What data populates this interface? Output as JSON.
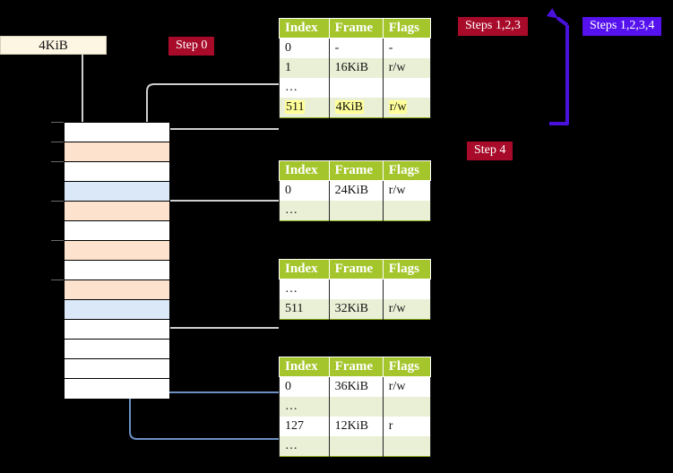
{
  "diagram": {
    "title_absent": true,
    "size_label": "4KiB",
    "badges": {
      "step0": "Step 0",
      "steps123": "Steps 1,2,3",
      "steps1234": "Steps 1,2,3,4",
      "step4": "Step 4"
    },
    "colors": {
      "badge_red": "#a80b2a",
      "badge_blue": "#5511ee",
      "table_header": "#a4c62c",
      "table_row_tint": "#eaf0d6",
      "memory_peach": "#fde3cd",
      "memory_blue": "#dbe8f7",
      "highlight": "#ffff99",
      "wire_gray": "#c9c9c9",
      "wire_blue": "#6b8fc4",
      "background": "#000000"
    }
  },
  "tables": [
    {
      "id": "table-0",
      "headers": [
        "Index",
        "Frame",
        "Flags"
      ],
      "rows": [
        {
          "tint": false,
          "index": "0",
          "frame": "-",
          "flags": "-",
          "highlight": false
        },
        {
          "tint": true,
          "index": "1",
          "frame": "16KiB",
          "flags": "r/w",
          "highlight": false
        },
        {
          "tint": false,
          "index": "…",
          "frame": "",
          "flags": "",
          "highlight": false
        },
        {
          "tint": true,
          "index": "511",
          "frame": "4KiB",
          "flags": "r/w",
          "highlight": true
        }
      ]
    },
    {
      "id": "table-1",
      "headers": [
        "Index",
        "Frame",
        "Flags"
      ],
      "rows": [
        {
          "tint": false,
          "index": "0",
          "frame": "24KiB",
          "flags": "r/w",
          "highlight": false
        },
        {
          "tint": true,
          "index": "…",
          "frame": "",
          "flags": "",
          "highlight": false
        }
      ]
    },
    {
      "id": "table-2",
      "headers": [
        "Index",
        "Frame",
        "Flags"
      ],
      "rows": [
        {
          "tint": false,
          "index": "…",
          "frame": "",
          "flags": "",
          "highlight": false
        },
        {
          "tint": true,
          "index": "511",
          "frame": "32KiB",
          "flags": "r/w",
          "highlight": false
        }
      ]
    },
    {
      "id": "table-3",
      "headers": [
        "Index",
        "Frame",
        "Flags"
      ],
      "rows": [
        {
          "tint": false,
          "index": "0",
          "frame": "36KiB",
          "flags": "r/w",
          "highlight": false
        },
        {
          "tint": true,
          "index": "…",
          "frame": "",
          "flags": "",
          "highlight": false
        },
        {
          "tint": false,
          "index": "127",
          "frame": "12KiB",
          "flags": "r",
          "highlight": false
        },
        {
          "tint": true,
          "index": "…",
          "frame": "",
          "flags": "",
          "highlight": false
        }
      ]
    }
  ],
  "memory_column": {
    "rows": [
      {
        "fill": "white",
        "tick": true
      },
      {
        "fill": "peach",
        "tick": true
      },
      {
        "fill": "white",
        "tick": true
      },
      {
        "fill": "blue",
        "tick": false
      },
      {
        "fill": "peach",
        "tick": true
      },
      {
        "fill": "white",
        "tick": false
      },
      {
        "fill": "peach",
        "tick": true
      },
      {
        "fill": "white",
        "tick": false
      },
      {
        "fill": "peach",
        "tick": true
      },
      {
        "fill": "blue",
        "tick": false
      },
      {
        "fill": "white",
        "tick": false
      },
      {
        "fill": "white",
        "tick": false
      },
      {
        "fill": "white",
        "tick": false
      },
      {
        "fill": "white",
        "tick": false
      }
    ]
  }
}
